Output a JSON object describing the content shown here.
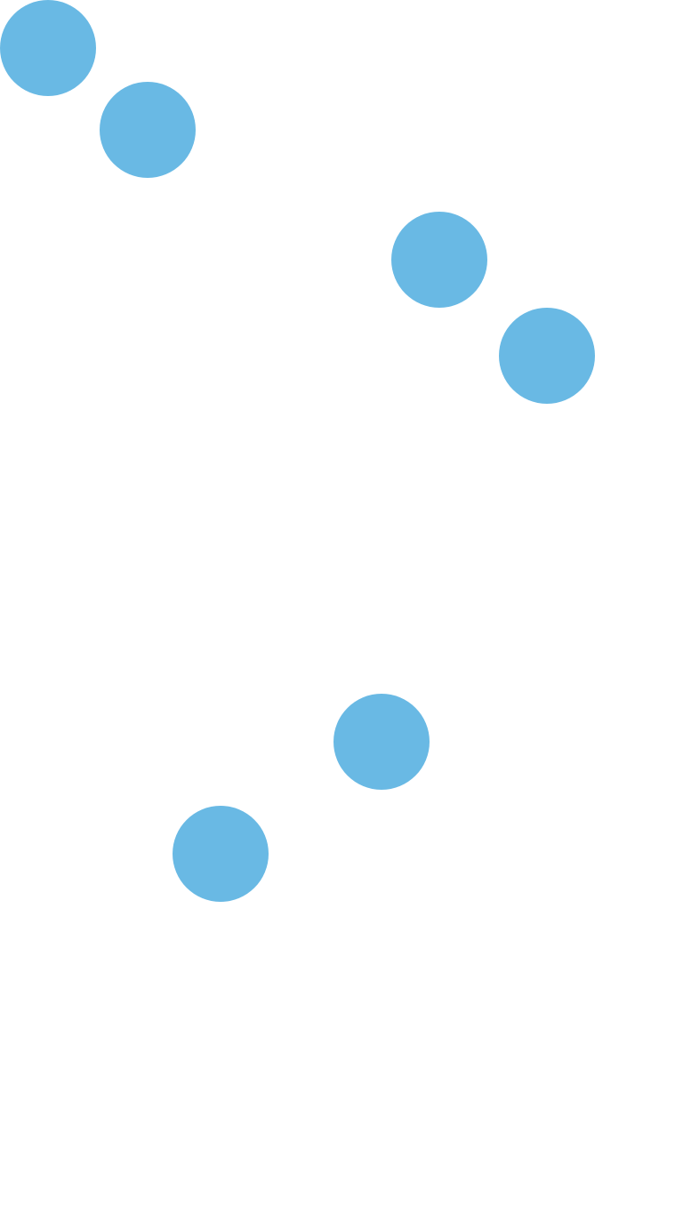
{
  "colors": {
    "background": "#ffffff",
    "dot": "#69b9e4"
  },
  "dots": [
    {
      "name": "dot-1"
    },
    {
      "name": "dot-2"
    },
    {
      "name": "dot-3"
    },
    {
      "name": "dot-4"
    },
    {
      "name": "dot-5"
    },
    {
      "name": "dot-6"
    }
  ]
}
